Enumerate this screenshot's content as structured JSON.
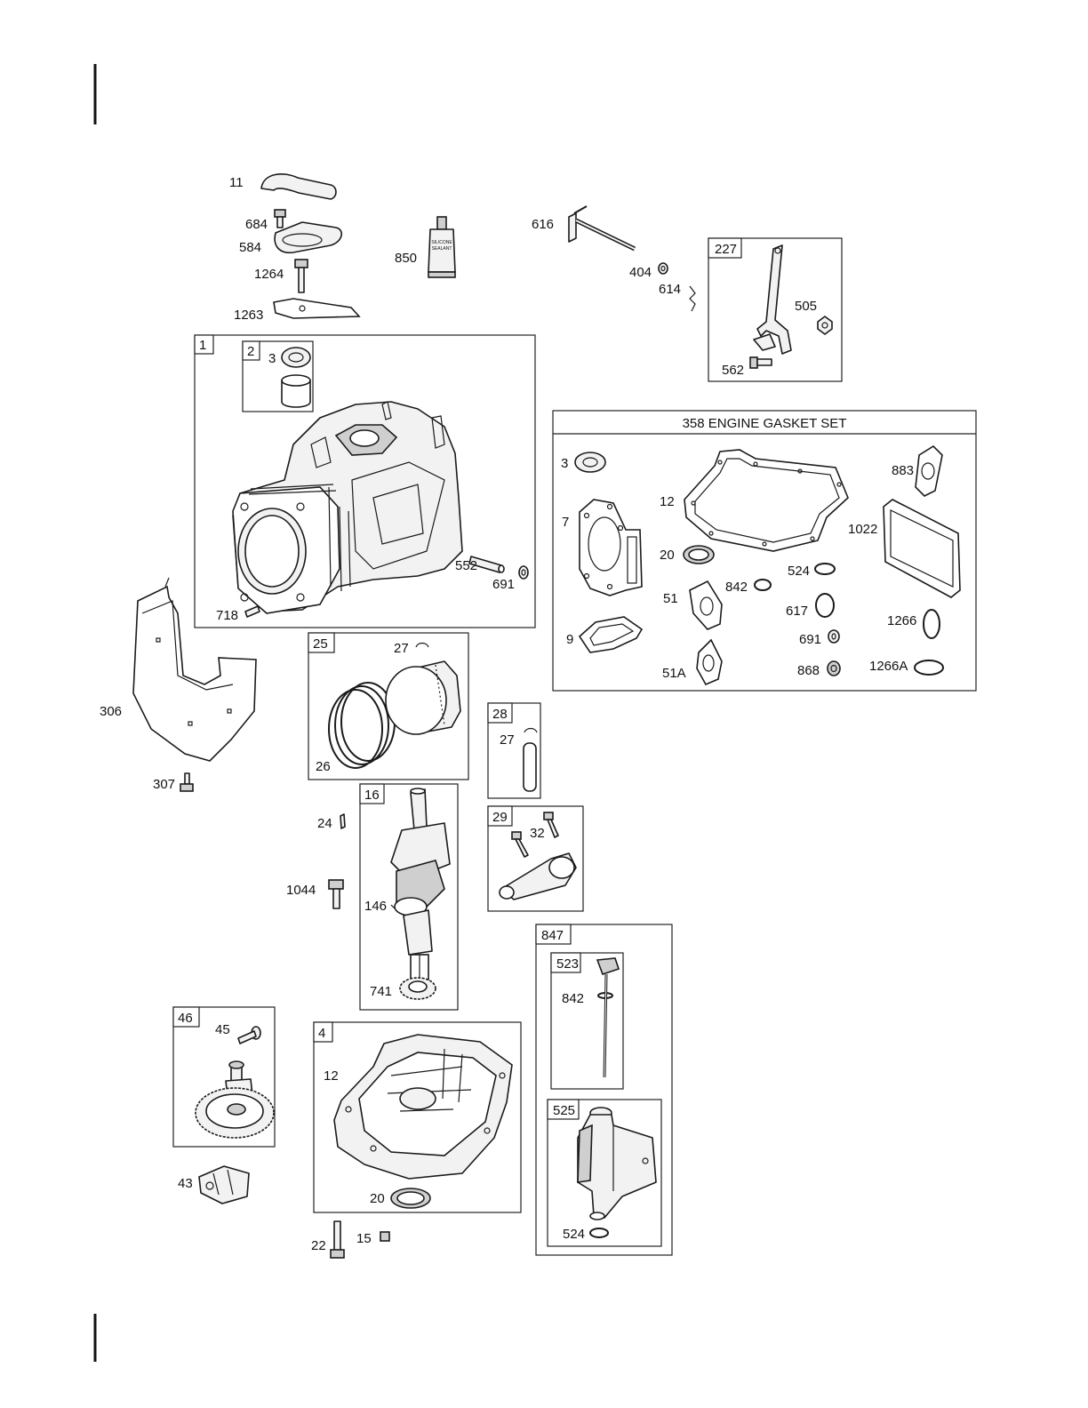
{
  "boxes": {
    "b1": "1",
    "b2": "2",
    "b25": "25",
    "b28": "28",
    "b29": "29",
    "b16": "16",
    "b46": "46",
    "b4": "4",
    "b847": "847",
    "b523": "523",
    "b525": "525",
    "b227": "227"
  },
  "gasket_set_title": "358 ENGINE GASKET SET",
  "labels": {
    "p11": "11",
    "p684": "684",
    "p584": "584",
    "p1264": "1264",
    "p1263": "1263",
    "p850": "850",
    "p616": "616",
    "p404": "404",
    "p614": "614",
    "p505": "505",
    "p562": "562",
    "p3a": "3",
    "p552": "552",
    "p691a": "691",
    "p718": "718",
    "p306": "306",
    "p307": "307",
    "p27a": "27",
    "p26": "26",
    "p27b": "27",
    "p24": "24",
    "p1044": "1044",
    "p146": "146",
    "p741": "741",
    "p32": "32",
    "p45": "45",
    "p43": "43",
    "p12a": "12",
    "p20a": "20",
    "p22": "22",
    "p15": "15",
    "p842a": "842",
    "p524a": "524",
    "g3": "3",
    "g12": "12",
    "g883": "883",
    "g7": "7",
    "g1022": "1022",
    "g20": "20",
    "g524": "524",
    "g842": "842",
    "g51": "51",
    "g617": "617",
    "g1266": "1266",
    "g9": "9",
    "g691": "691",
    "g51a": "51A",
    "g868": "868",
    "g1266a": "1266A"
  },
  "sealant_tube_text": [
    "SILICONE",
    "SEALANT"
  ]
}
